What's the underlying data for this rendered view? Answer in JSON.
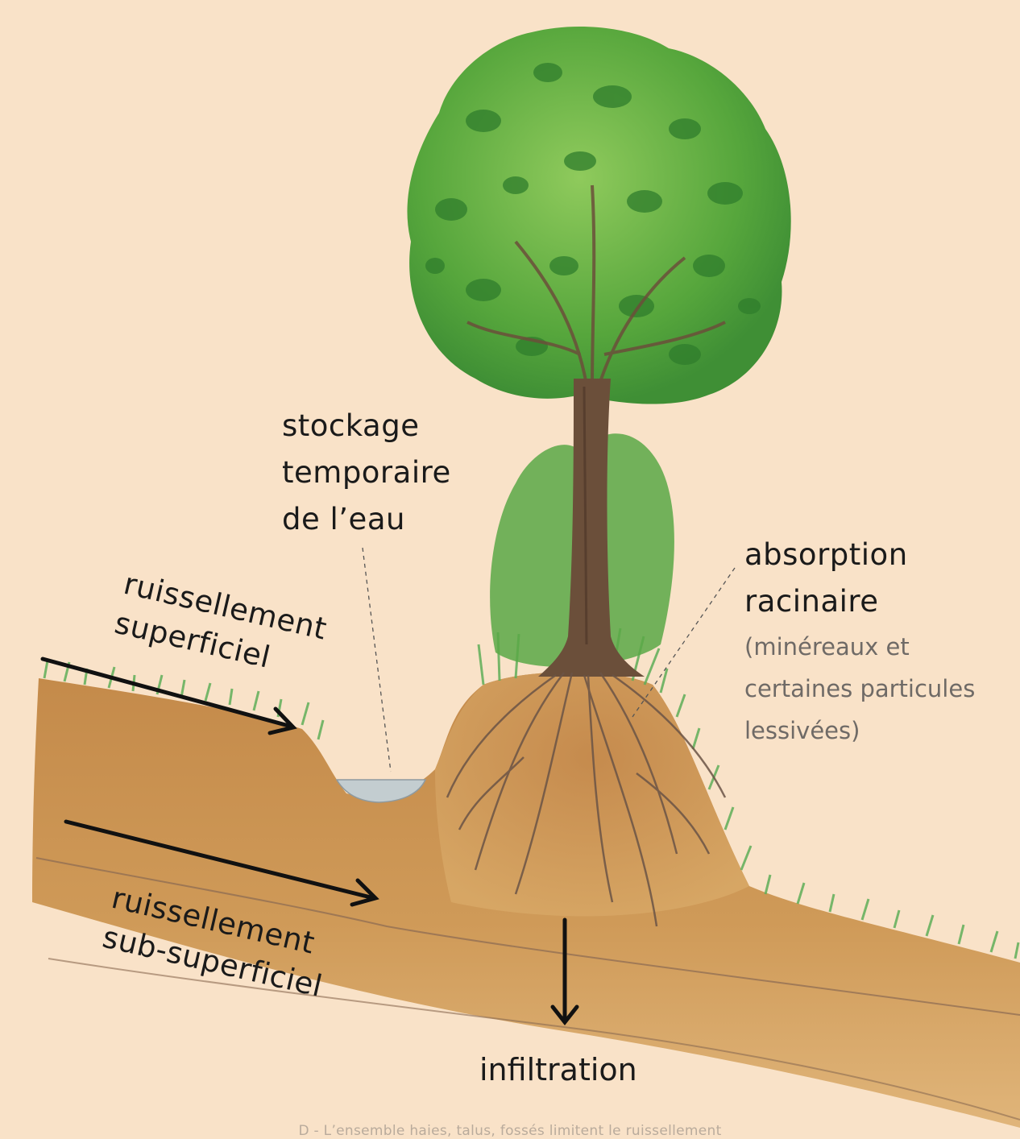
{
  "labels": {
    "stockage": [
      "stockage",
      "temporaire",
      "de l’eau"
    ],
    "absorption_title": [
      "absorption",
      "racinaire"
    ],
    "absorption_note": [
      "(minéreaux et",
      "certaines particules",
      "lessivées)"
    ],
    "ruissellement_superficiel": [
      "ruissellement",
      "superficiel"
    ],
    "ruissellement_sub": [
      "ruissellement",
      "sub-superficiel"
    ],
    "infiltration": "infiltration"
  },
  "caption": "D - L’ensemble haies, talus, fossés limitent le ruissellement",
  "colors": {
    "background": "#f9e2c8",
    "soil_top": "#c98f4e",
    "soil_deep": "#d9a868",
    "grass": "#5fae58",
    "foliage_dark": "#2f7d2c",
    "foliage_light": "#6dba45",
    "trunk": "#6b4f3a",
    "water": "#c3cdd0",
    "arrow": "#111111"
  }
}
